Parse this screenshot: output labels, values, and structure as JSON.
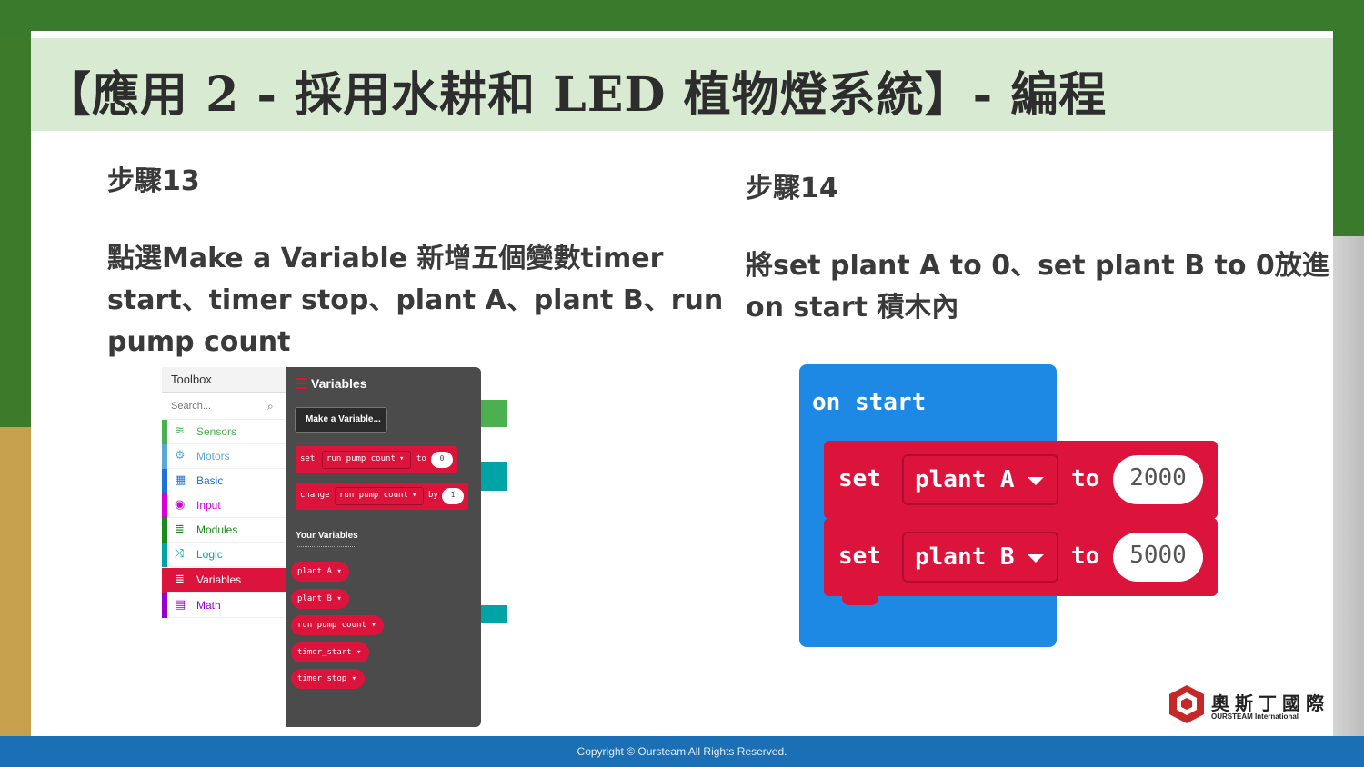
{
  "title": "【應用 2 - 採用水耕和 LED 植物燈系統】- 編程",
  "step13": {
    "title": "步驟13",
    "desc_line1": "點選Make a Variable 新增五個變數timer",
    "desc_line2": "start、timer stop、plant A、plant B、run",
    "desc_line3": "pump count"
  },
  "step14": {
    "title": "步驟14",
    "desc_line1": "將set plant A to 0、set plant B to 0放進",
    "desc_line2": "on start 積木內"
  },
  "toolbox": {
    "header": "Toolbox",
    "search_placeholder": "Search...",
    "categories": [
      {
        "label": "Sensors",
        "color": "#4caf50",
        "icon": "wifi-icon",
        "glyph": "≋"
      },
      {
        "label": "Motors",
        "color": "#58a8d8",
        "icon": "gear-icon",
        "glyph": "⚙"
      },
      {
        "label": "Basic",
        "color": "#1e6fd6",
        "icon": "grid-icon",
        "glyph": "▦"
      },
      {
        "label": "Input",
        "color": "#d400d4",
        "icon": "circle-icon",
        "glyph": "◉"
      },
      {
        "label": "Modules",
        "color": "#1a8a1a",
        "icon": "list-icon",
        "glyph": "≣"
      },
      {
        "label": "Logic",
        "color": "#00a4a6",
        "icon": "shuffle-icon",
        "glyph": "⤨"
      },
      {
        "label": "Variables",
        "color": "#dc143c",
        "icon": "list-icon",
        "glyph": "≣"
      },
      {
        "label": "Math",
        "color": "#9400d3",
        "icon": "calculator-icon",
        "glyph": "▤"
      }
    ],
    "flyout_title": "Variables",
    "make_variable": "Make a Variable...",
    "set_block": {
      "kw": "set",
      "var": "run pump count",
      "to": "to",
      "value": "0"
    },
    "change_block": {
      "kw": "change",
      "var": "run pump count",
      "by": "by",
      "value": "1"
    },
    "your_variables": "Your Variables",
    "variables": [
      "plant A",
      "plant B",
      "run pump count",
      "timer_start",
      "timer_stop"
    ]
  },
  "on_start": {
    "label": "on start",
    "blocks": [
      {
        "kw": "set",
        "var": "plant A",
        "to": "to",
        "value": "2000"
      },
      {
        "kw": "set",
        "var": "plant B",
        "to": "to",
        "value": "5000"
      }
    ]
  },
  "logo": {
    "cn": "奧斯丁國際",
    "en": "OURSTEAM International"
  },
  "footer": "Copyright © Oursteam All Rights Reserved."
}
